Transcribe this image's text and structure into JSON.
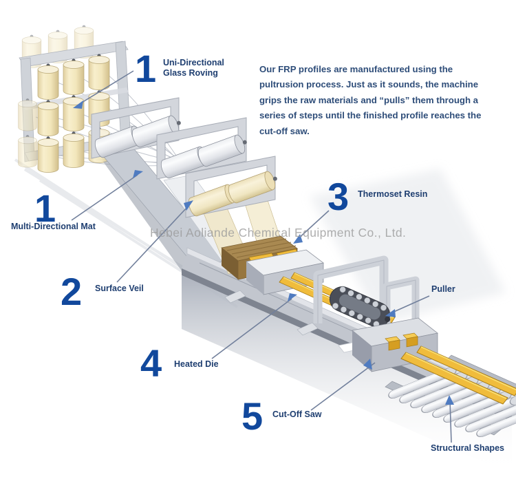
{
  "intro": {
    "text": "Our FRP profiles are manufactured using the pultrusion process. Just as it sounds, the machine grips the raw materials and “pulls” them through a series of steps until the finished profile reaches the cut-off saw."
  },
  "watermark": "Hebei Aoliande Chemical Equipment Co., Ltd.",
  "steps": {
    "roving": {
      "number": "1",
      "line1": "Uni-Directional",
      "line2": "Glass Roving"
    },
    "mat": {
      "number": "1",
      "label": "Multi-Directional Mat"
    },
    "veil": {
      "number": "2",
      "label": "Surface Veil"
    },
    "resin": {
      "number": "3",
      "label": "Thermoset Resin"
    },
    "die": {
      "number": "4",
      "label": "Heated Die"
    },
    "saw": {
      "number": "5",
      "label": "Cut-Off Saw"
    }
  },
  "callouts": {
    "puller": "Puller",
    "structural_shapes": "Structural Shapes"
  },
  "colors": {
    "number_blue": "#11489c",
    "label_navy": "#1e3e70",
    "paragraph_navy": "#2e4d79",
    "watermark_gray": "#9b9b9b",
    "leader_gray": "#72809c",
    "arrow_blue": "#4f7bc0",
    "spool_cream": "#f1e6c2",
    "resin_brown": "#a98951",
    "profile_gold": "#f0bc3c"
  }
}
